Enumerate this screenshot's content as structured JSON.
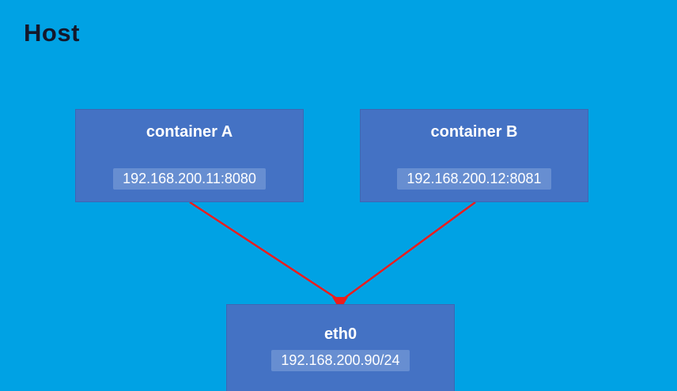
{
  "diagram": {
    "title": "Host",
    "nodes": [
      {
        "id": "container-a",
        "label": "container A",
        "address": "192.168.200.11:8080"
      },
      {
        "id": "container-b",
        "label": "container B",
        "address": "192.168.200.12:8081"
      },
      {
        "id": "eth0",
        "label": "eth0",
        "address": "192.168.200.90/24"
      }
    ],
    "connectors": [
      {
        "from": "container-a",
        "to": "eth0"
      },
      {
        "from": "container-b",
        "to": "eth0"
      }
    ],
    "colors": {
      "background": "#00a2e4",
      "node_fill": "#4472c4",
      "node_text": "#ffffff",
      "connector": "#ee1c1c",
      "title_text": "#14182b"
    }
  }
}
